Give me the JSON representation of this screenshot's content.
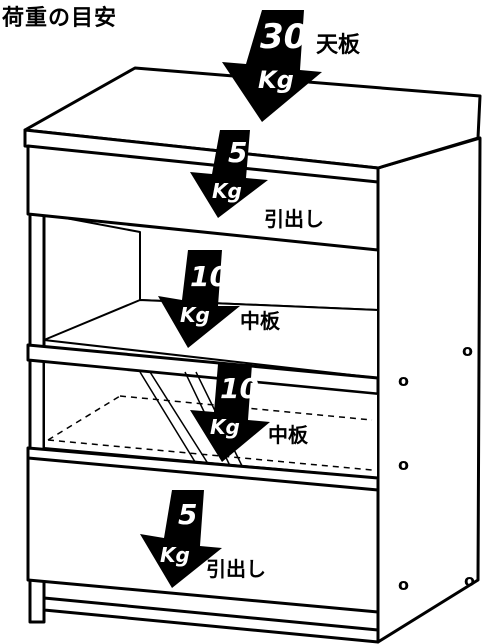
{
  "title": "荷重の目安",
  "loads": [
    {
      "id": "top",
      "value": "30",
      "unit": "Kg",
      "label": "天板"
    },
    {
      "id": "drawer1",
      "value": "5",
      "unit": "Kg",
      "label": "引出し"
    },
    {
      "id": "shelf1",
      "value": "10",
      "unit": "Kg",
      "label": "中板"
    },
    {
      "id": "shelf2",
      "value": "10",
      "unit": "Kg",
      "label": "中板"
    },
    {
      "id": "drawer2",
      "value": "5",
      "unit": "Kg",
      "label": "引出し"
    }
  ],
  "side_marks": [
    "o",
    "o",
    "o",
    "o",
    "o"
  ],
  "colors": {
    "ink": "#000000",
    "paper": "#ffffff"
  }
}
